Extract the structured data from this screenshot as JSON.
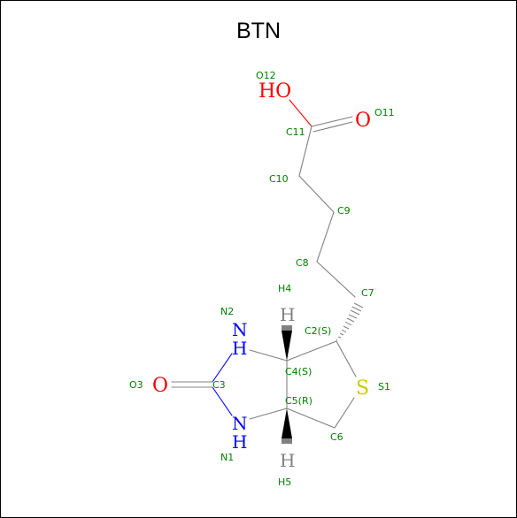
{
  "title": "BTN",
  "colors": {
    "oxygen": "#ff0000",
    "nitrogen": "#0000ff",
    "sulfur": "#cccc00",
    "hydrogen": "#808080",
    "carbon_label": "#008000",
    "bond": "#808080",
    "border": "#000000"
  },
  "atoms": {
    "o12_symbol": "HO",
    "o11_symbol": "O",
    "o3_symbol": "O",
    "n2_symbol": "N",
    "n2_h": "H",
    "n1_symbol": "N",
    "n1_h": "H",
    "s1_symbol": "S",
    "h4_symbol": "H",
    "h5_symbol": "H"
  },
  "labels": {
    "o12": "O12",
    "o11": "O11",
    "c11": "C11",
    "c10": "C10",
    "c9": "C9",
    "c8": "C8",
    "c7": "C7",
    "h4": "H4",
    "n2": "N2",
    "c2": "C2(S)",
    "c4": "C4(S)",
    "c3": "C3",
    "o3": "O3",
    "s1": "S1",
    "c5": "C5(R)",
    "c6": "C6",
    "n1": "N1",
    "h5": "H5"
  }
}
